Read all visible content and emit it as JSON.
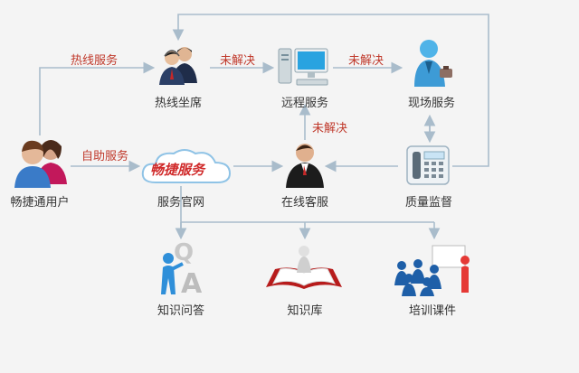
{
  "nodes": {
    "user": "畅捷通用户",
    "hotline_seat": "热线坐席",
    "remote_service": "远程服务",
    "onsite_service": "现场服务",
    "service_site": "服务官网",
    "online_support": "在线客服",
    "quality_supervision": "质量监督",
    "knowledge_qa": "知识问答",
    "knowledge_base": "知识库",
    "training_courseware": "培训课件"
  },
  "edges": {
    "hotline": "热线服务",
    "self_service": "自助服务",
    "unresolved_1": "未解决",
    "unresolved_2": "未解决",
    "unresolved_3": "未解决"
  },
  "logo_text": "畅捷服务",
  "colors": {
    "line": "#a9bccb",
    "label_red": "#c0392b",
    "logo_red": "#d02a2a"
  }
}
